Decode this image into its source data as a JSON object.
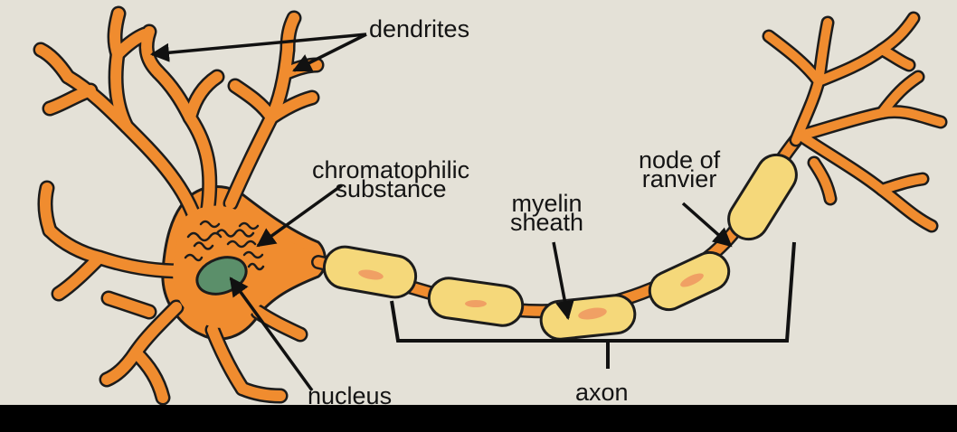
{
  "labels": {
    "dendrites": "dendrites",
    "chromatophilic_line1": "chromatophilic",
    "chromatophilic_line2": "substance",
    "myelin_line1": "myelin",
    "myelin_line2": "sheath",
    "node_line1": "node of",
    "node_line2": "ranvier",
    "nucleus": "nucleus",
    "axon": "axon"
  },
  "colors": {
    "background": "#e4e1d7",
    "neuron_body": "#f08c2f",
    "outline": "#1c1c1c",
    "myelin": "#f5d87a",
    "nucleus": "#5b8f6a",
    "schwann_nucleus": "#f0a064"
  }
}
